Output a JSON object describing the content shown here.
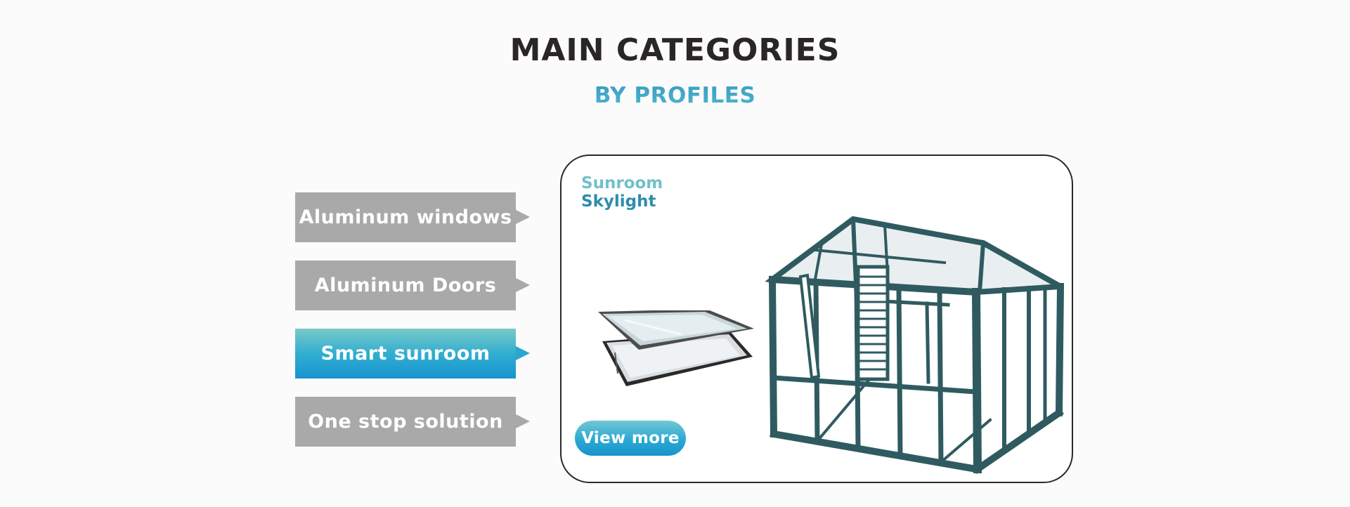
{
  "header": {
    "title": "MAIN CATEGORIES",
    "subtitle": "BY PROFILES"
  },
  "tabs": [
    {
      "label": "Aluminum windows",
      "active": false
    },
    {
      "label": "Aluminum Doors",
      "active": false
    },
    {
      "label": "Smart sunroom",
      "active": true
    },
    {
      "label": "One stop solution",
      "active": false
    }
  ],
  "card": {
    "label_1": "Sunroom",
    "label_2": "Skylight",
    "view_more_label": "View more",
    "images": [
      "skylight-illustration",
      "sunroom-illustration"
    ]
  },
  "colors": {
    "accent": "#1794cf",
    "accent_light": "#78c9c8",
    "tab_inactive": "#a9a9a9",
    "title": "#2b2626",
    "frame": "#2f5b60"
  }
}
